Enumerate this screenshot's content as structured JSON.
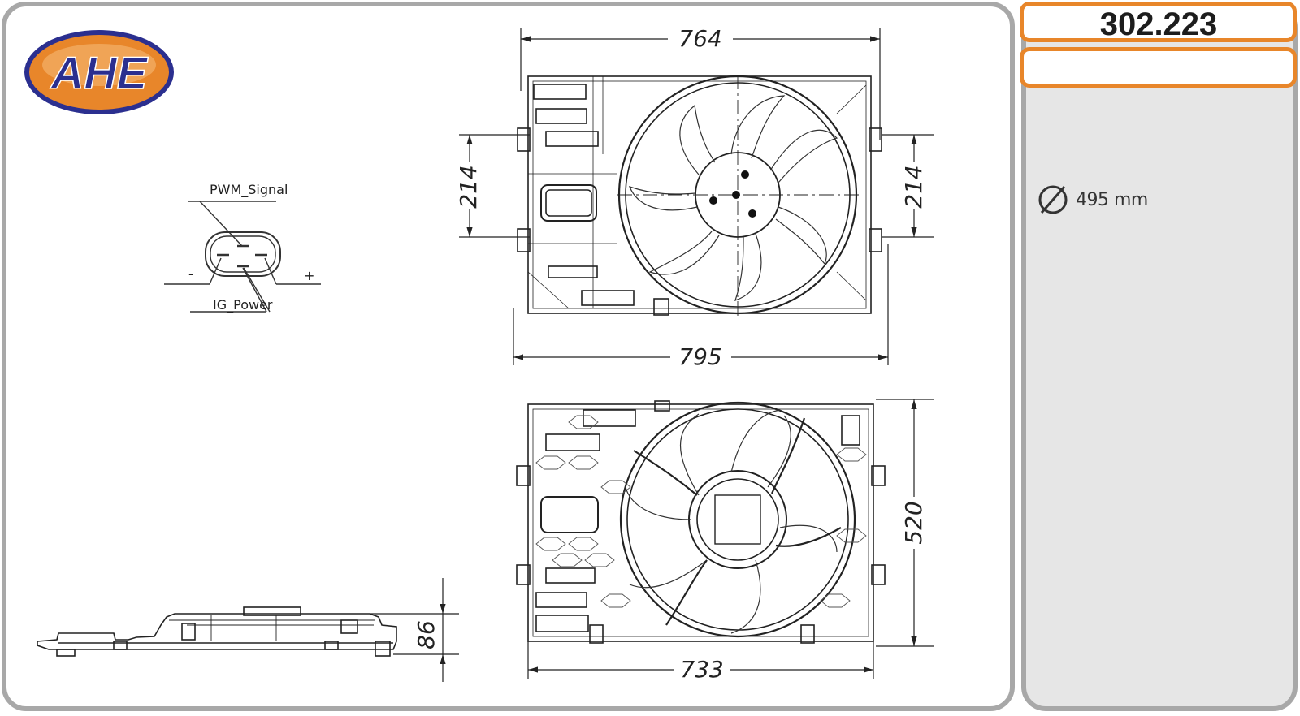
{
  "brand": {
    "logo_text": "AHE",
    "colors": {
      "logo_fill": "#e8862a",
      "logo_text": "#2b2f8f",
      "accent": "#e8862a",
      "frame": "#a8a8a8"
    }
  },
  "part": {
    "number": "302.223",
    "secondary": ""
  },
  "specs": {
    "diameter_symbol": "⌀",
    "diameter_value": "495 mm"
  },
  "connector": {
    "labels": {
      "pwm": "PWM_Signal",
      "ig": "IG_Power",
      "minus": "-",
      "plus": "+"
    }
  },
  "dimensions": {
    "top_width": "764",
    "bottom_width": "795",
    "left_height": "214",
    "right_height": "214",
    "rear_height": "520",
    "rear_width": "733",
    "side_depth": "86"
  },
  "icons": {
    "diameter": "diameter-icon",
    "connector": "connector-icon"
  }
}
